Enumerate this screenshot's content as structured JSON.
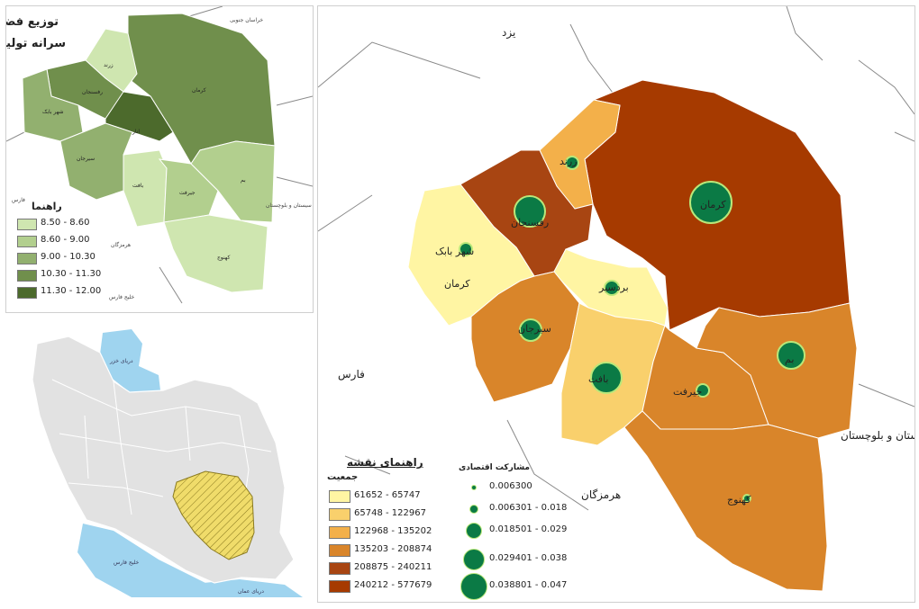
{
  "panel_a": {
    "title_line1": "توزیع فضایی",
    "title_line2": "سرانه تولید",
    "legend_title": "راهنما",
    "legend_classes": [
      {
        "range": "8.50 - 8.60",
        "color": "#cfe6b0"
      },
      {
        "range": "8.60 - 9.00",
        "color": "#b2cf8e"
      },
      {
        "range": "9.00 - 10.30",
        "color": "#92b06f"
      },
      {
        "range": "10.30 - 11.30",
        "color": "#708f4c"
      },
      {
        "range": "11.30 - 12.00",
        "color": "#4c6a2c"
      }
    ],
    "neighbor_labels": [
      "خراسان جنوبی",
      "سیستان و بلوچستان",
      "هرمزگان",
      "خلیج فارس",
      "فارس"
    ],
    "county_labels": [
      "زرند",
      "کرمان",
      "رفسنجان",
      "شهر بابک",
      "انار",
      "سیرجان",
      "بافت",
      "جیرفت",
      "بم",
      "کهنوج"
    ]
  },
  "panel_b": {
    "water_labels": [
      "دریای خزر",
      "خلیج فارس",
      "دریای عمان"
    ],
    "colors": {
      "land": "#e2e2e2",
      "border": "#ffffff",
      "water": "#9fd4ef",
      "highlight": "#f0dc6a",
      "highlight_stroke": "#8a7a20"
    }
  },
  "panel_c": {
    "neighbor_labels": {
      "north": "یزد",
      "west": "فارس",
      "south": "هرمزگان",
      "east": "ستان و بلوچستان"
    },
    "county_labels": [
      "زرند",
      "کرمان",
      "رفسنجان",
      "شهر بابک",
      "کرمان",
      "بردسیر",
      "سیرجان",
      "بافت",
      "جیرفت",
      "بم",
      "کهنوج"
    ],
    "legend_title": "راهنمای نقشه",
    "population_title": "جمعیت",
    "population_classes": [
      {
        "range": "61652 - 65747",
        "color": "#fff5a3"
      },
      {
        "range": "65748 - 122967",
        "color": "#f9d06c"
      },
      {
        "range": "122968 - 135202",
        "color": "#f3b04a"
      },
      {
        "range": "135203 - 208874",
        "color": "#d9852a"
      },
      {
        "range": "208875 - 240211",
        "color": "#a84512"
      },
      {
        "range": "240212 - 577679",
        "color": "#a63a00"
      }
    ],
    "participation_title": "مشارکت اقتصادی",
    "participation_classes": [
      "0.006300",
      "0.006301 - 0.018",
      "0.018501 - 0.029",
      "0.029401 - 0.038",
      "0.038801 - 0.047"
    ],
    "circle_color": "#0b7a45",
    "circle_ring": "#b9e87a"
  }
}
